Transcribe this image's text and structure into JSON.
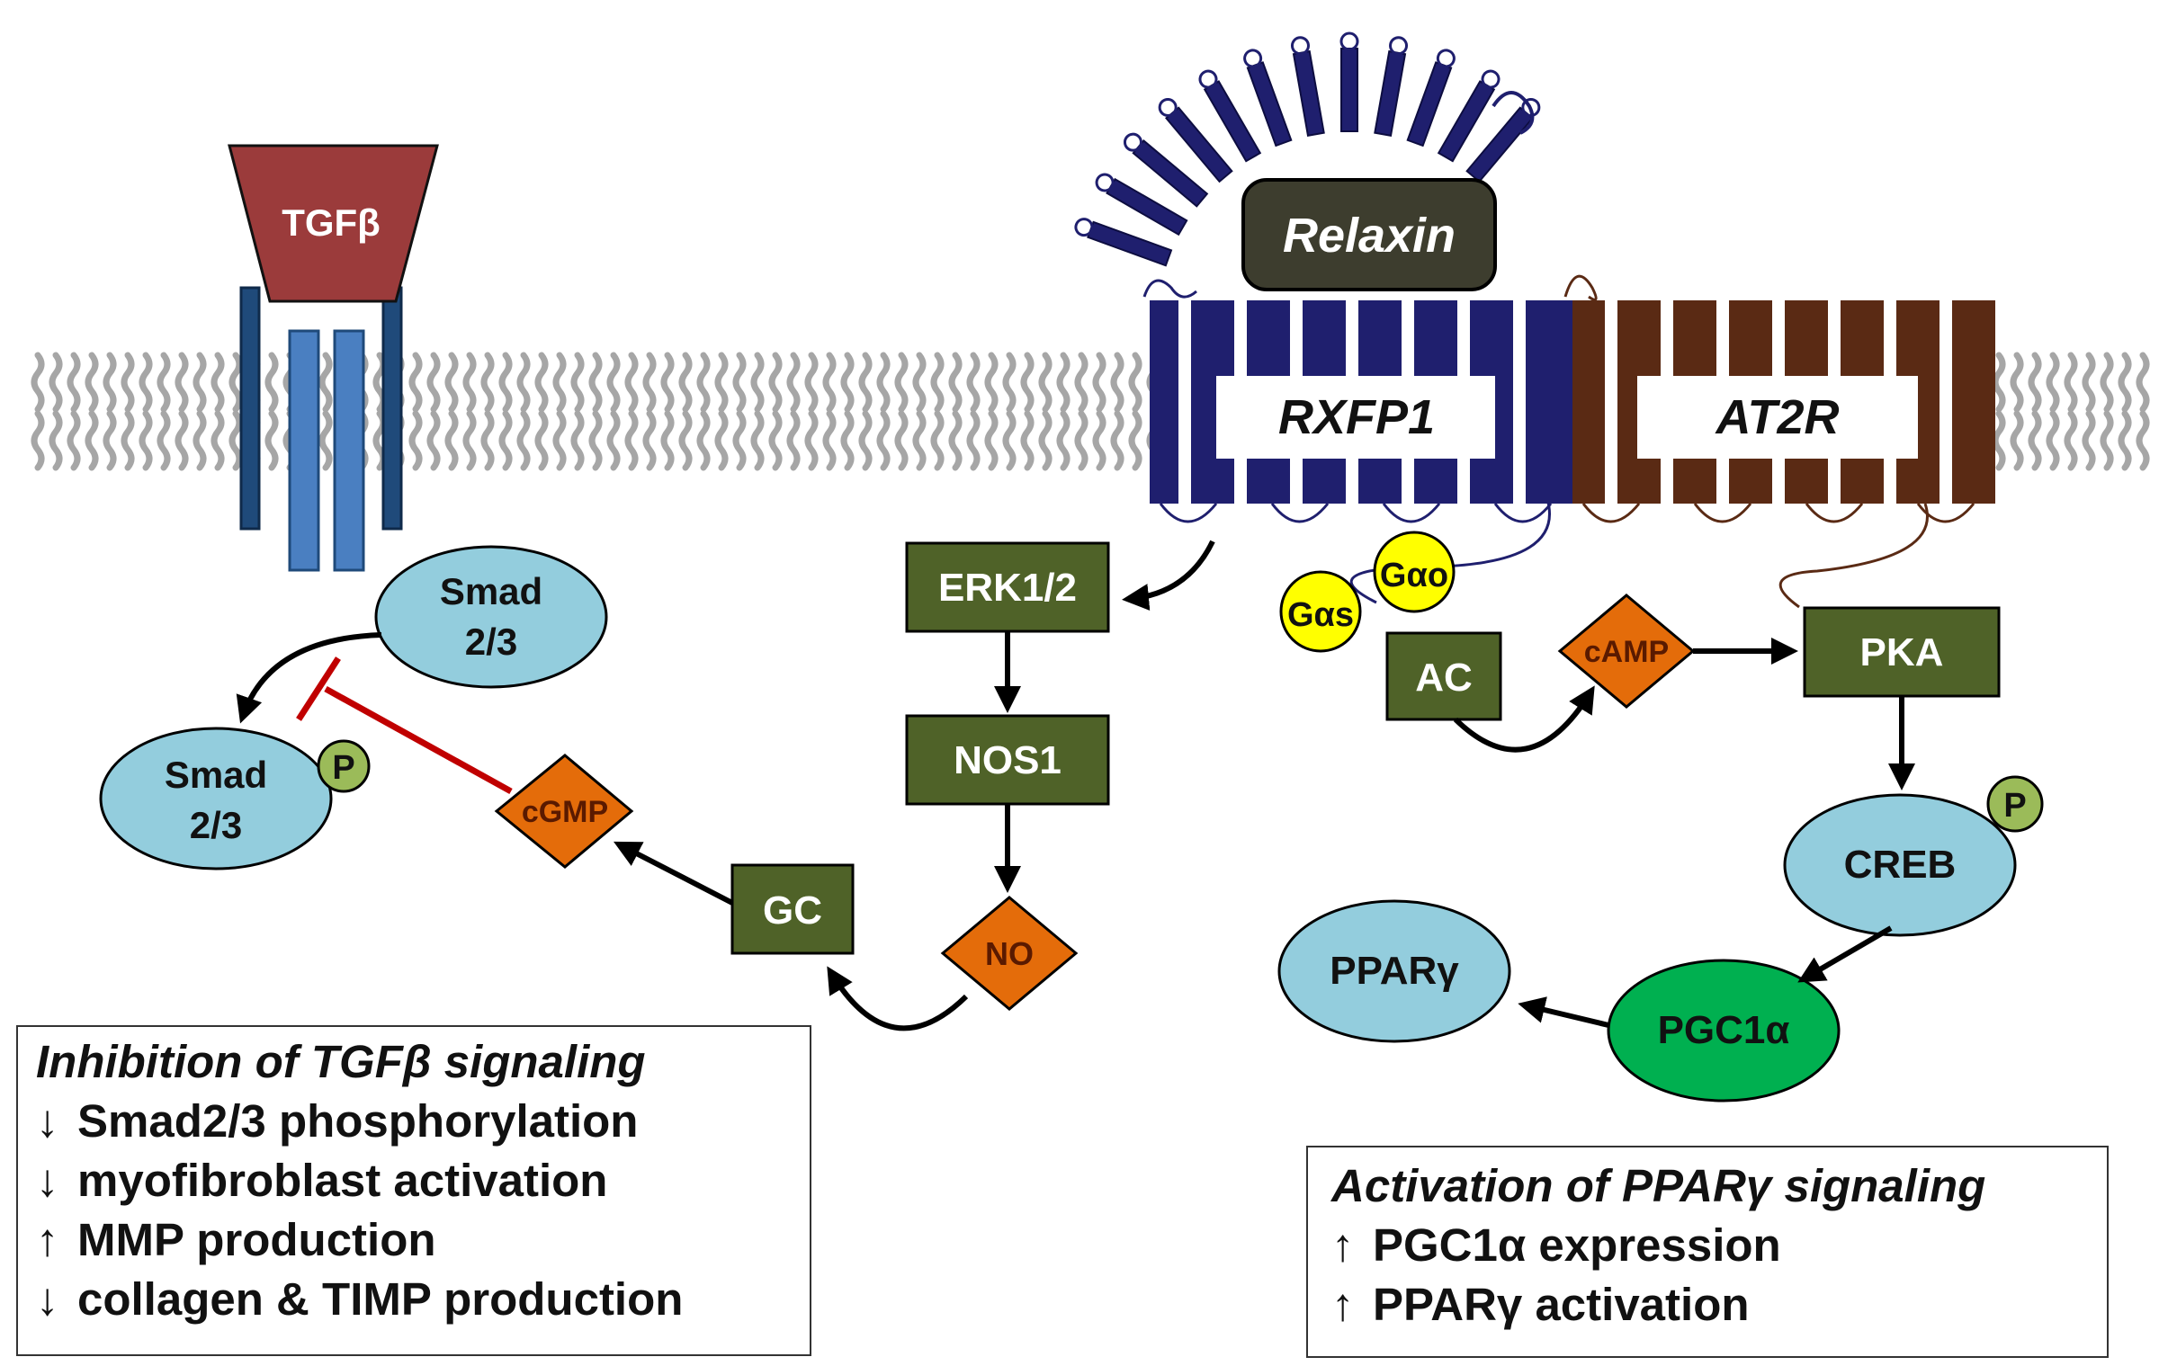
{
  "colors": {
    "background": "#ffffff",
    "rxfp1": "#1f1f6e",
    "at2r": "#5a2a14",
    "tgfb_ligand": "#9b3b3b",
    "tgfb_receptor_dark": "#1f4a7a",
    "tgfb_receptor_light": "#4a7fc1",
    "node_green": "#4f6228",
    "node_orange": "#e46c0a",
    "ellipse_blue": "#93cddd",
    "ellipse_green": "#00b050",
    "g_protein_yellow": "#ffff00",
    "phospho_green": "#9bbb59",
    "relaxin_box": "#3d3d2e",
    "inhibition_red": "#c00000",
    "membrane": "#a6a6a6",
    "arrow": "#000000"
  },
  "ligands": {
    "tgfb": "TGFβ",
    "relaxin": "Relaxin"
  },
  "receptors": {
    "rxfp1": "RXFP1",
    "at2r": "AT2R"
  },
  "g_proteins": {
    "gas": "Gαs",
    "gao": "Gαo"
  },
  "nodes": {
    "erk": "ERK1/2",
    "nos1": "NOS1",
    "no": "NO",
    "gc": "GC",
    "cgmp": "cGMP",
    "ac": "AC",
    "camp": "cAMP",
    "pka": "PKA",
    "creb": "CREB",
    "pgc1a": "PGC1α",
    "ppar": "PPARγ",
    "smad_top_line1": "Smad",
    "smad_top_line2": "2/3",
    "smad_bottom_line1": "Smad",
    "smad_bottom_line2": "2/3",
    "phospho": "P"
  },
  "legend_left": {
    "title": "Inhibition of TGFβ signaling",
    "items": [
      {
        "arrow": "↓",
        "text": "Smad2/3 phosphorylation"
      },
      {
        "arrow": "↓",
        "text": "myofibroblast activation"
      },
      {
        "arrow": "↑",
        "text": "MMP production"
      },
      {
        "arrow": "↓",
        "text": "collagen & TIMP production"
      }
    ]
  },
  "legend_right": {
    "title": "Activation of PPARγ signaling",
    "items": [
      {
        "arrow": "↑",
        "text": "PGC1α expression"
      },
      {
        "arrow": "↑",
        "text": "PPARγ activation"
      }
    ]
  }
}
